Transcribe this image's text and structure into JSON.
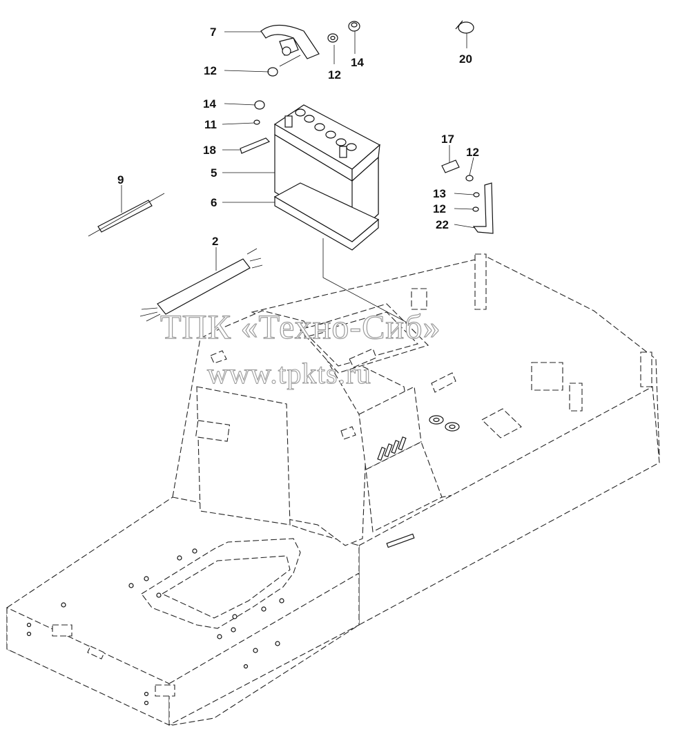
{
  "watermark": {
    "line1": "ТПК «Техно-Сиб»",
    "line2": "www.tpkts.ru"
  },
  "callouts": {
    "c7": "7",
    "c12a": "12",
    "c12b": "12",
    "c14a": "14",
    "c20": "20",
    "c14b": "14",
    "c11": "11",
    "c18": "18",
    "c5": "5",
    "c6": "6",
    "c9": "9",
    "c2": "2",
    "c17": "17",
    "c12c": "12",
    "c13": "13",
    "c12d": "12",
    "c22": "22"
  },
  "colors": {
    "line": "#111111",
    "watermark_stroke": "#9a9a9a",
    "background": "#ffffff"
  }
}
